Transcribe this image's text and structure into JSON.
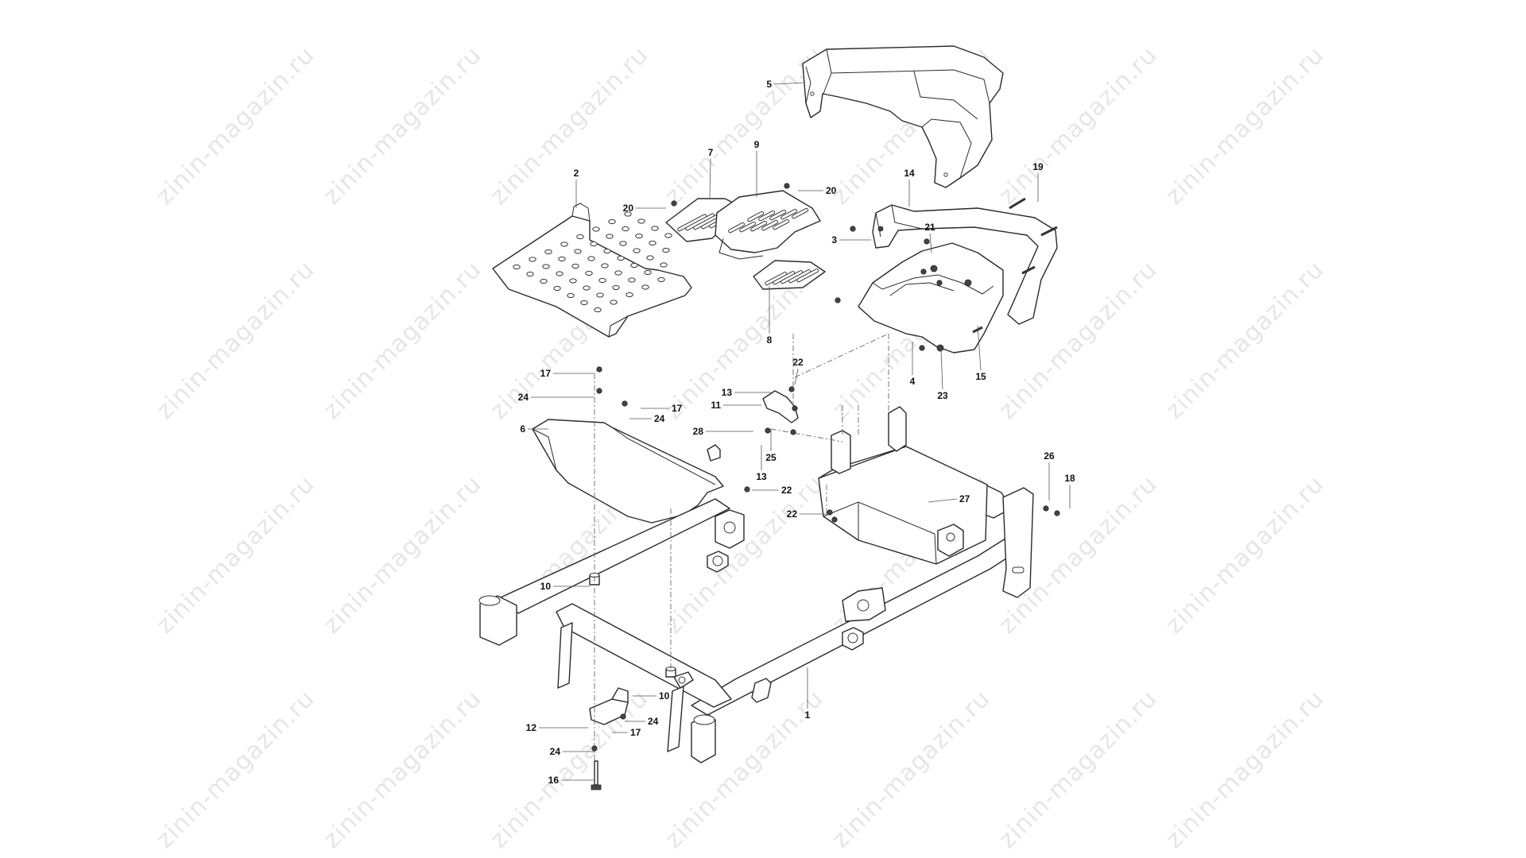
{
  "watermark": {
    "text": "zinin-magazin.ru"
  },
  "callouts": [
    {
      "id": "c5",
      "text": "5"
    },
    {
      "id": "c7",
      "text": "7"
    },
    {
      "id": "c9",
      "text": "9"
    },
    {
      "id": "c20a",
      "text": "20"
    },
    {
      "id": "c20b",
      "text": "20"
    },
    {
      "id": "c2",
      "text": "2"
    },
    {
      "id": "c8",
      "text": "8"
    },
    {
      "id": "c14",
      "text": "14"
    },
    {
      "id": "c19",
      "text": "19"
    },
    {
      "id": "c3",
      "text": "3"
    },
    {
      "id": "c21",
      "text": "21"
    },
    {
      "id": "c4",
      "text": "4"
    },
    {
      "id": "c23",
      "text": "23"
    },
    {
      "id": "c15",
      "text": "15"
    },
    {
      "id": "c22a",
      "text": "22"
    },
    {
      "id": "c17a",
      "text": "17"
    },
    {
      "id": "c24a",
      "text": "24"
    },
    {
      "id": "c17b",
      "text": "17"
    },
    {
      "id": "c24b",
      "text": "24"
    },
    {
      "id": "c6",
      "text": "6"
    },
    {
      "id": "c13a",
      "text": "13"
    },
    {
      "id": "c11",
      "text": "11"
    },
    {
      "id": "c28",
      "text": "28"
    },
    {
      "id": "c25",
      "text": "25"
    },
    {
      "id": "c13b",
      "text": "13"
    },
    {
      "id": "c22b",
      "text": "22"
    },
    {
      "id": "c22c",
      "text": "22"
    },
    {
      "id": "c26",
      "text": "26"
    },
    {
      "id": "c18",
      "text": "18"
    },
    {
      "id": "c27",
      "text": "27"
    },
    {
      "id": "c10a",
      "text": "10"
    },
    {
      "id": "c10b",
      "text": "10"
    },
    {
      "id": "c1",
      "text": "1"
    },
    {
      "id": "c12",
      "text": "12"
    },
    {
      "id": "c24c",
      "text": "24"
    },
    {
      "id": "c17c",
      "text": "17"
    },
    {
      "id": "c24d",
      "text": "24"
    },
    {
      "id": "c16",
      "text": "16"
    }
  ]
}
